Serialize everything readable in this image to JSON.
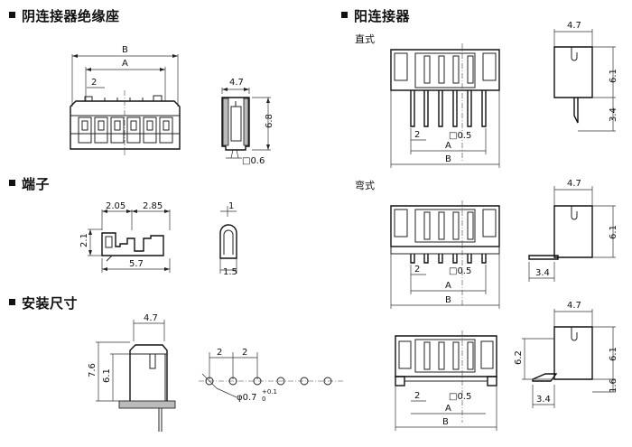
{
  "sections": {
    "female": "阴连接器绝缘座",
    "terminal": "端子",
    "mounting": "安装尺寸",
    "male": "阳连接器",
    "straight": "直式",
    "bent": "弯式"
  },
  "dims": {
    "B": "B",
    "A": "A",
    "two": "2",
    "w47": "4.7",
    "h68": "6.8",
    "sq06": "□0.6",
    "t205": "2.05",
    "t285": "2.85",
    "t21": "2.1",
    "t57": "5.7",
    "t1": "1",
    "t15": "1.5",
    "m76": "7.6",
    "m61": "6.1",
    "phi": "φ0.7",
    "phi_tol_top": "+0.1",
    "phi_tol_bot": "0",
    "sq05": "□0.5",
    "h61": "6.1",
    "h34": "3.4",
    "h62": "6.2",
    "h16": "1.6"
  }
}
